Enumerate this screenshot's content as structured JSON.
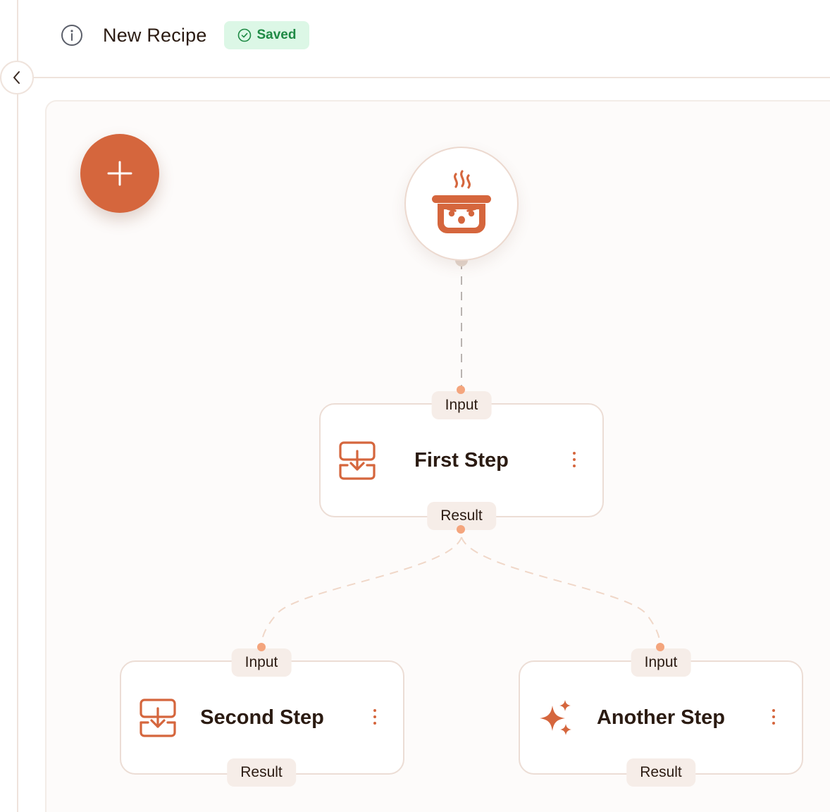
{
  "header": {
    "title": "New Recipe",
    "status": "Saved"
  },
  "colors": {
    "accent": "#d5663d",
    "saved_bg": "#dcf7e6",
    "saved_text": "#1f8a45",
    "port_dot": "#f4a57d",
    "root_dot": "#e4d6cd"
  },
  "icons": {
    "info": "info-icon",
    "back": "chevron-left-icon",
    "saved": "check-circle-icon",
    "add": "plus-icon",
    "root": "cooking-pot-icon",
    "import_step": "download-tray-icon",
    "ai_step": "sparkles-icon",
    "menu": "kebab-menu-icon"
  },
  "flow": {
    "steps": [
      {
        "title": "First Step",
        "icon": "download-tray-icon",
        "input_label": "Input",
        "result_label": "Result"
      },
      {
        "title": "Second Step",
        "icon": "download-tray-icon",
        "input_label": "Input",
        "result_label": "Result"
      },
      {
        "title": "Another Step",
        "icon": "sparkles-icon",
        "input_label": "Input",
        "result_label": "Result"
      }
    ]
  }
}
